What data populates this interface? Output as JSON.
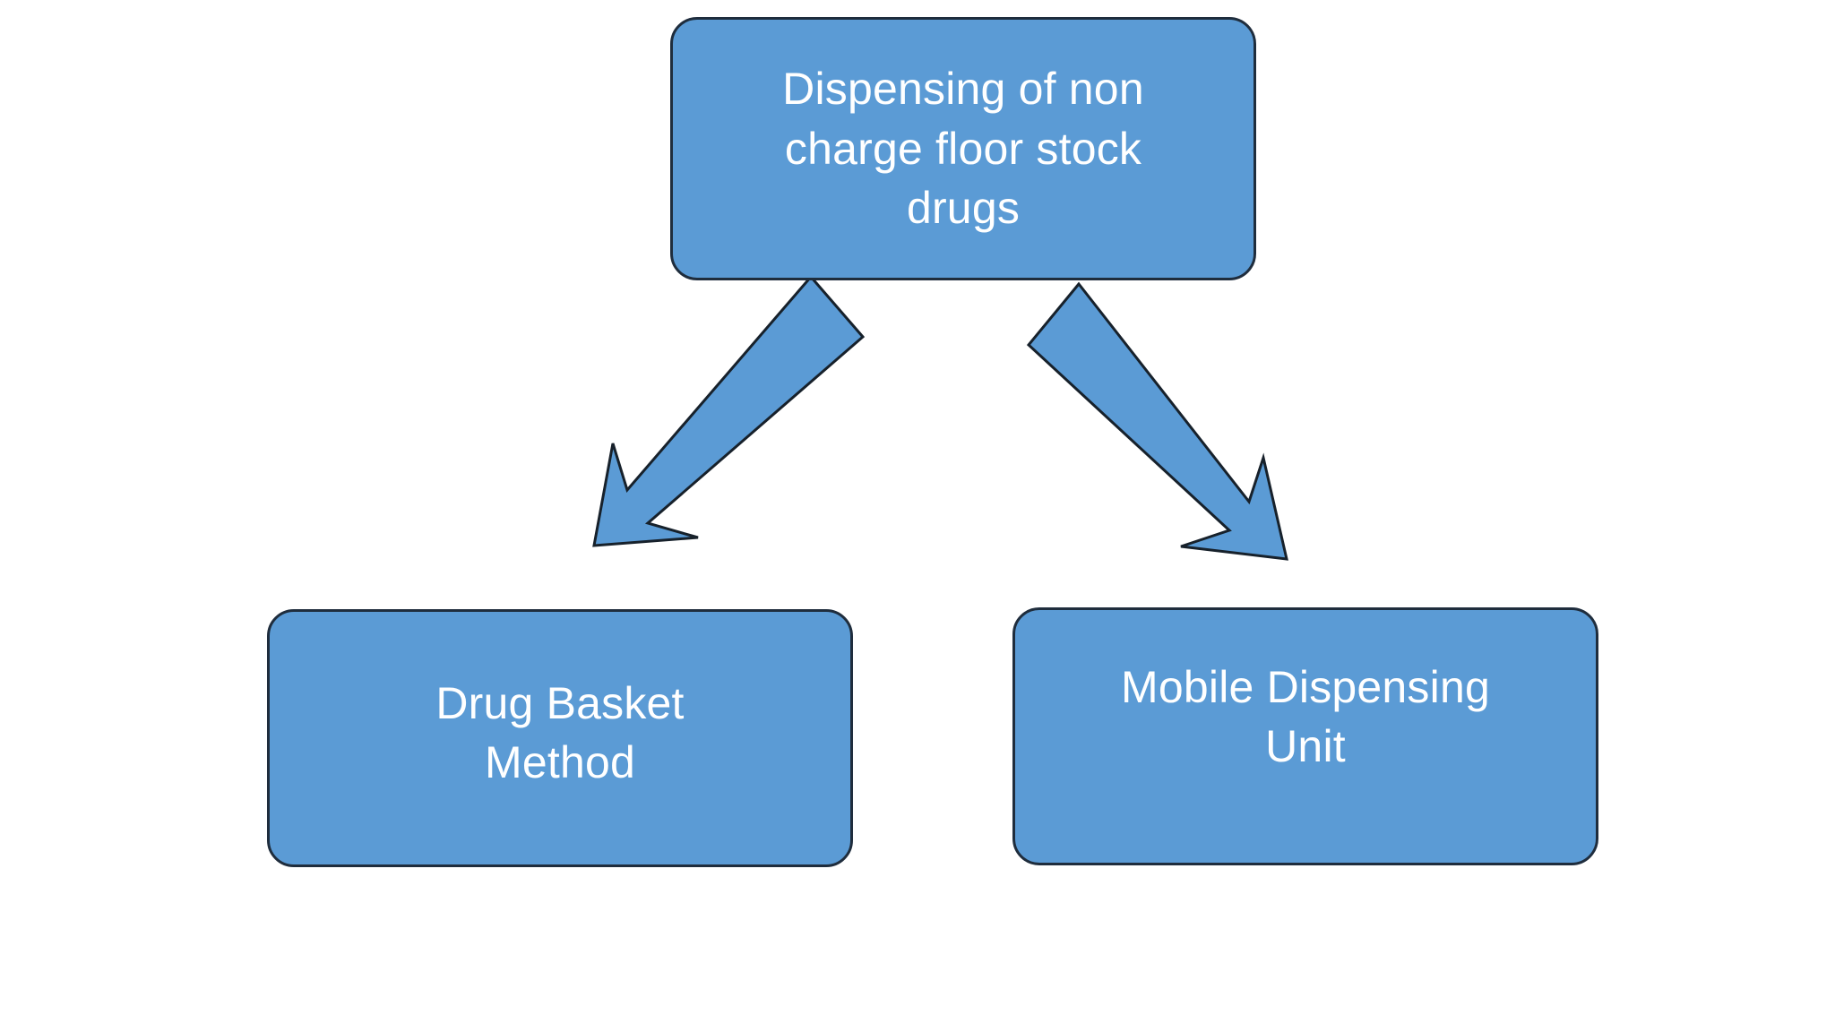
{
  "diagram": {
    "title_node": {
      "name": "dispensing-root",
      "label": "Dispensing of non\ncharge floor stock\ndrugs"
    },
    "children": [
      {
        "name": "drug-basket-method",
        "label": "Drug Basket\nMethod"
      },
      {
        "name": "mobile-dispensing-unit",
        "label": "Mobile Dispensing\nUnit"
      }
    ],
    "connectors": [
      {
        "name": "arrow-to-drug-basket",
        "from": "dispensing-root",
        "to": "drug-basket-method",
        "direction": "down-left"
      },
      {
        "name": "arrow-to-mobile-unit",
        "from": "dispensing-root",
        "to": "mobile-dispensing-unit",
        "direction": "down-right"
      }
    ],
    "colors": {
      "node_fill": "#5B9BD5",
      "node_border": "#1F2D3D",
      "node_text": "#FFFFFF",
      "arrow_fill": "#5B9BD5",
      "arrow_border": "#17212B",
      "background": "#FFFFFF"
    }
  }
}
